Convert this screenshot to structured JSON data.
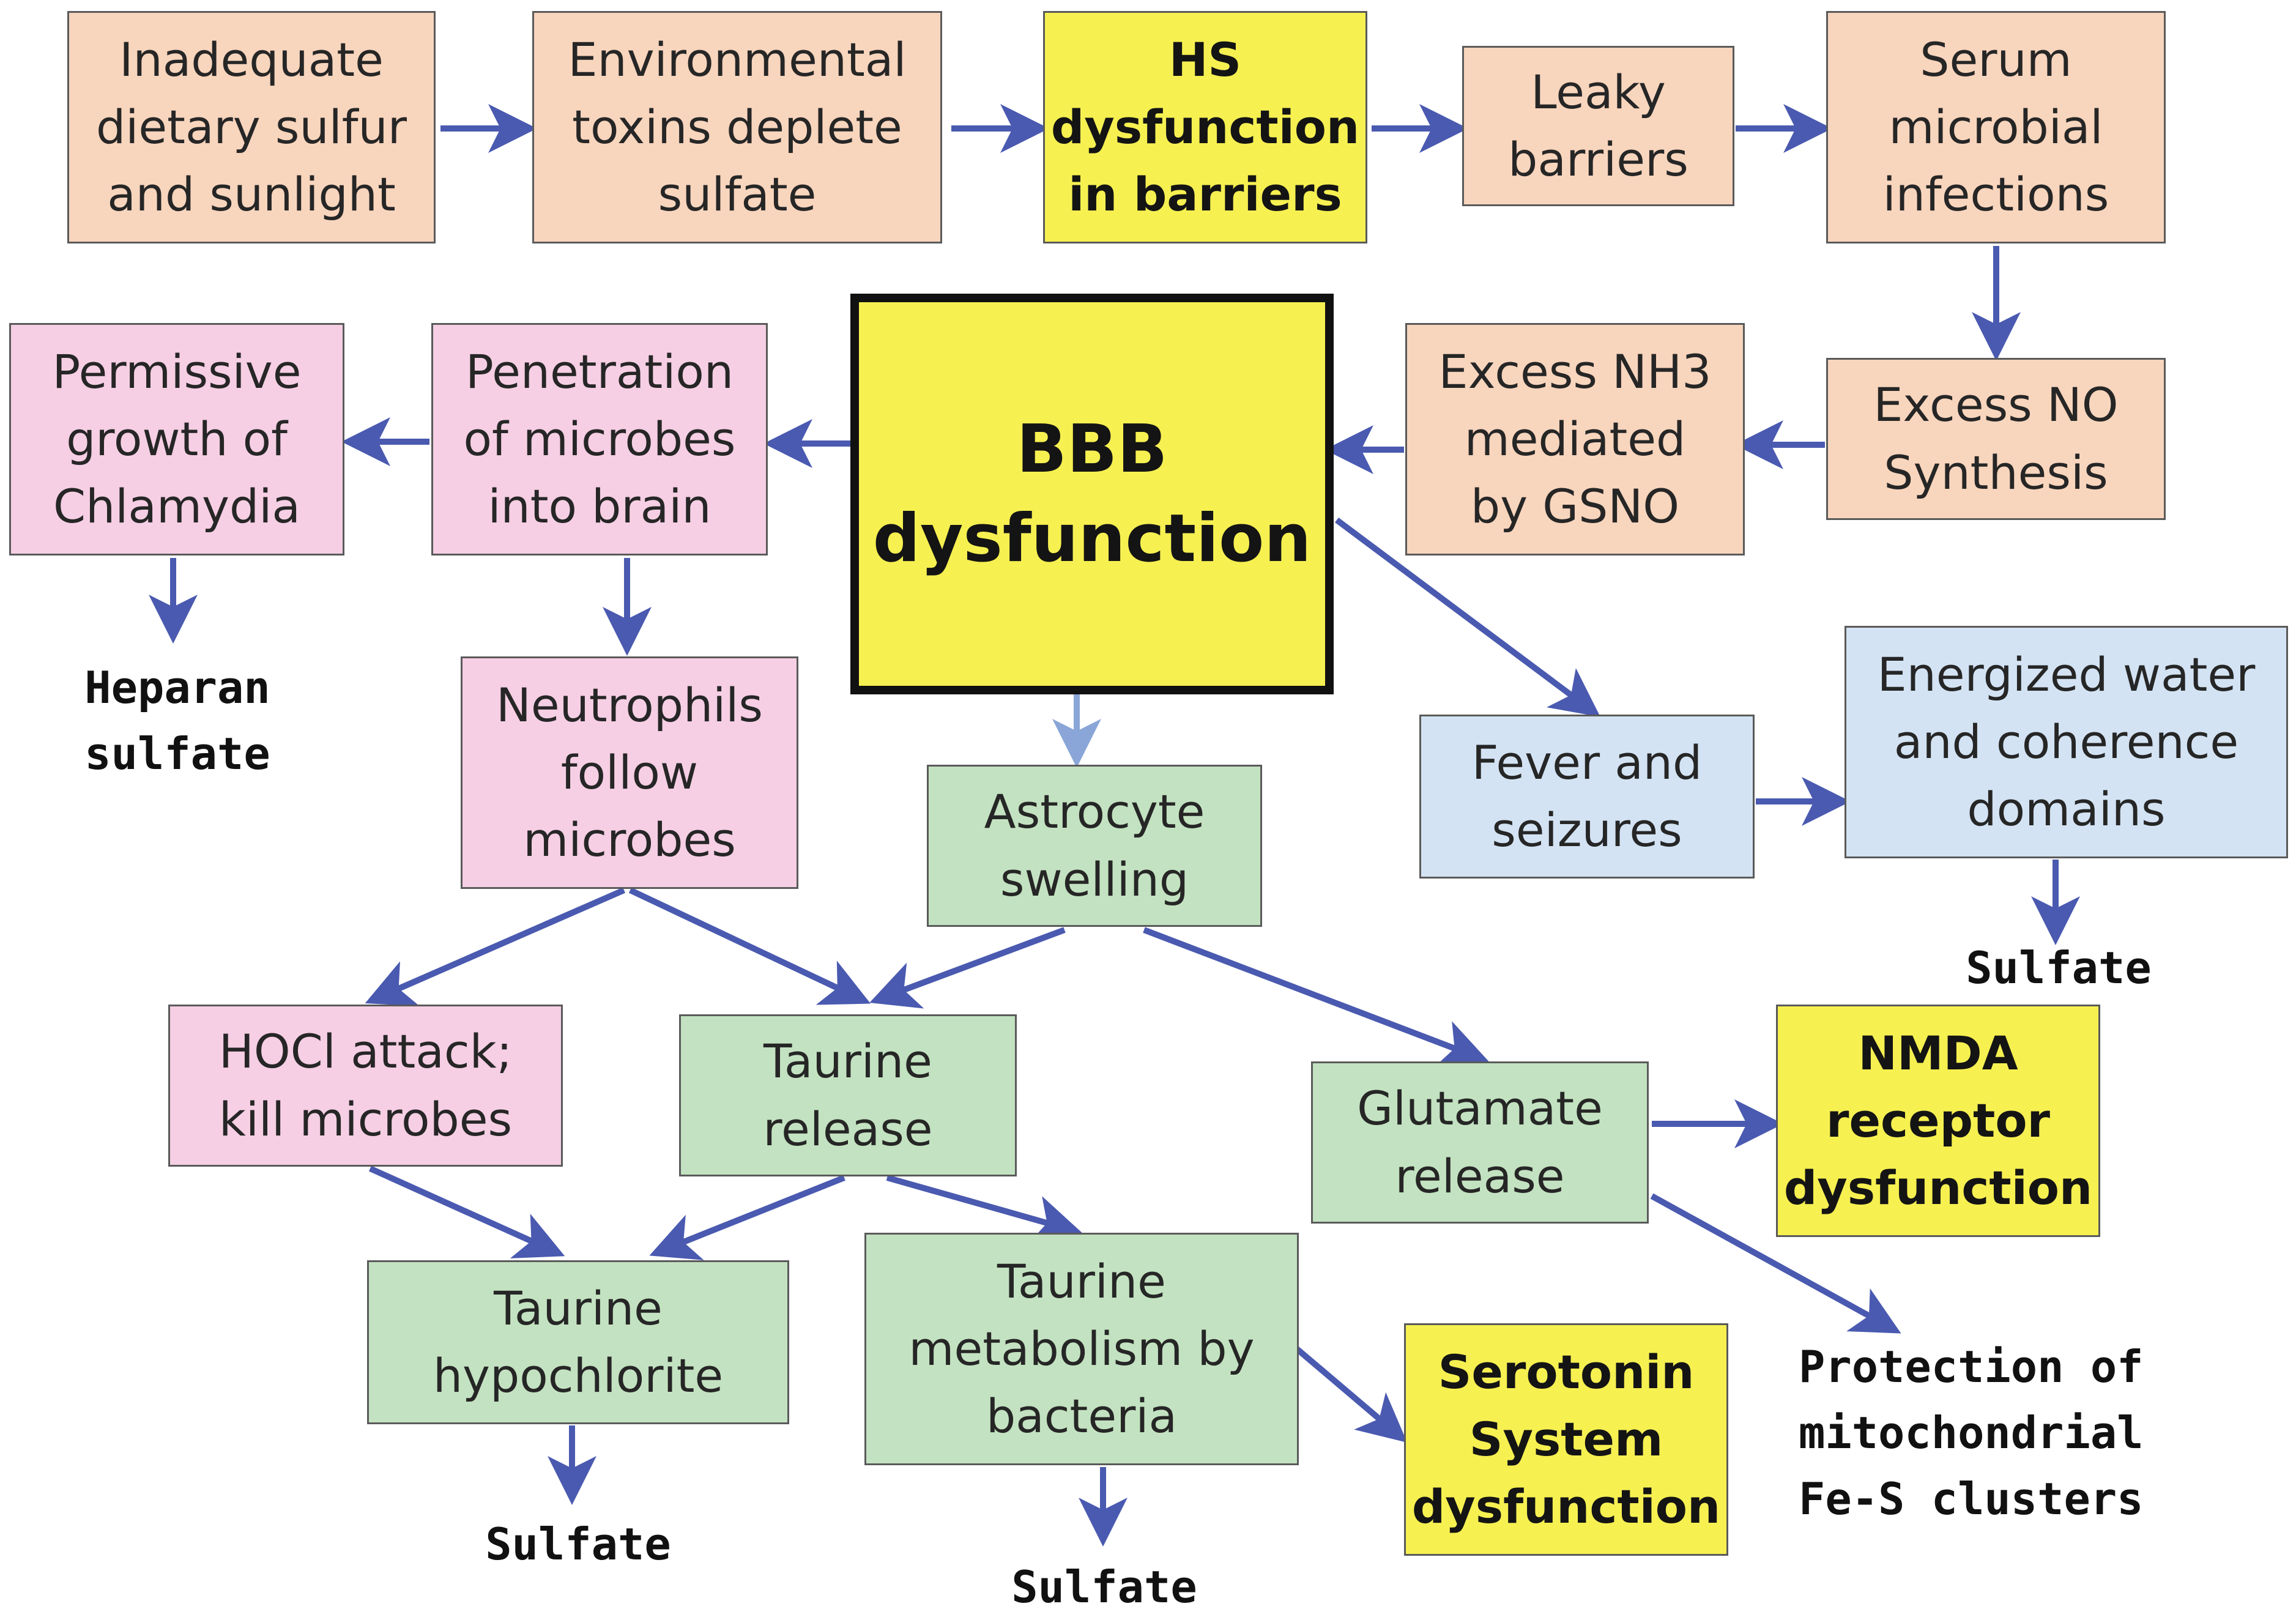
{
  "nodes": {
    "inadequate_diet": "Inadequate\ndietary sulfur\nand sunlight",
    "env_toxins": "Environmental\ntoxins deplete\nsulfate",
    "hs_dysfunction": "HS\ndysfunction\nin barriers",
    "leaky_barriers": "Leaky\nbarriers",
    "serum_infections": "Serum\nmicrobial\ninfections",
    "excess_no": "Excess NO\nSynthesis",
    "excess_nh3": "Excess NH3\nmediated\nby GSNO",
    "bbb": "BBB\ndysfunction",
    "penetration": "Penetration\nof microbes\ninto brain",
    "permissive_growth": "Permissive\ngrowth of\nChlamydia",
    "neutrophils": "Neutrophils\nfollow\nmicrobes",
    "astrocyte": "Astrocyte\nswelling",
    "fever": "Fever and\nseizures",
    "energized_water": "Energized water\nand coherence\ndomains",
    "hocl": "HOCl attack;\nkill microbes",
    "taurine_release": "Taurine\nrelease",
    "glutamate": "Glutamate\nrelease",
    "nmda": "NMDA\nreceptor\ndysfunction",
    "taurine_hypochlorite": "Taurine\nhypochlorite",
    "taurine_metabolism": "Taurine\nmetabolism by\nbacteria",
    "serotonin": "Serotonin\nSystem\ndysfunction"
  },
  "labels": {
    "heparan_sulfate": "Heparan\nsulfate",
    "sulfate_water": "Sulfate",
    "sulfate_hypochlorite": "Sulfate",
    "sulfate_metabolism": "Sulfate",
    "protection": "Protection of\nmitochondrial\nFe-S clusters"
  },
  "colors": {
    "arrow": "#4a5ab0",
    "peach": "#f8d5bd",
    "pink": "#f6cfe4",
    "green": "#c3e2c1",
    "blue": "#d3e3f3",
    "yellow": "#f6f051"
  }
}
